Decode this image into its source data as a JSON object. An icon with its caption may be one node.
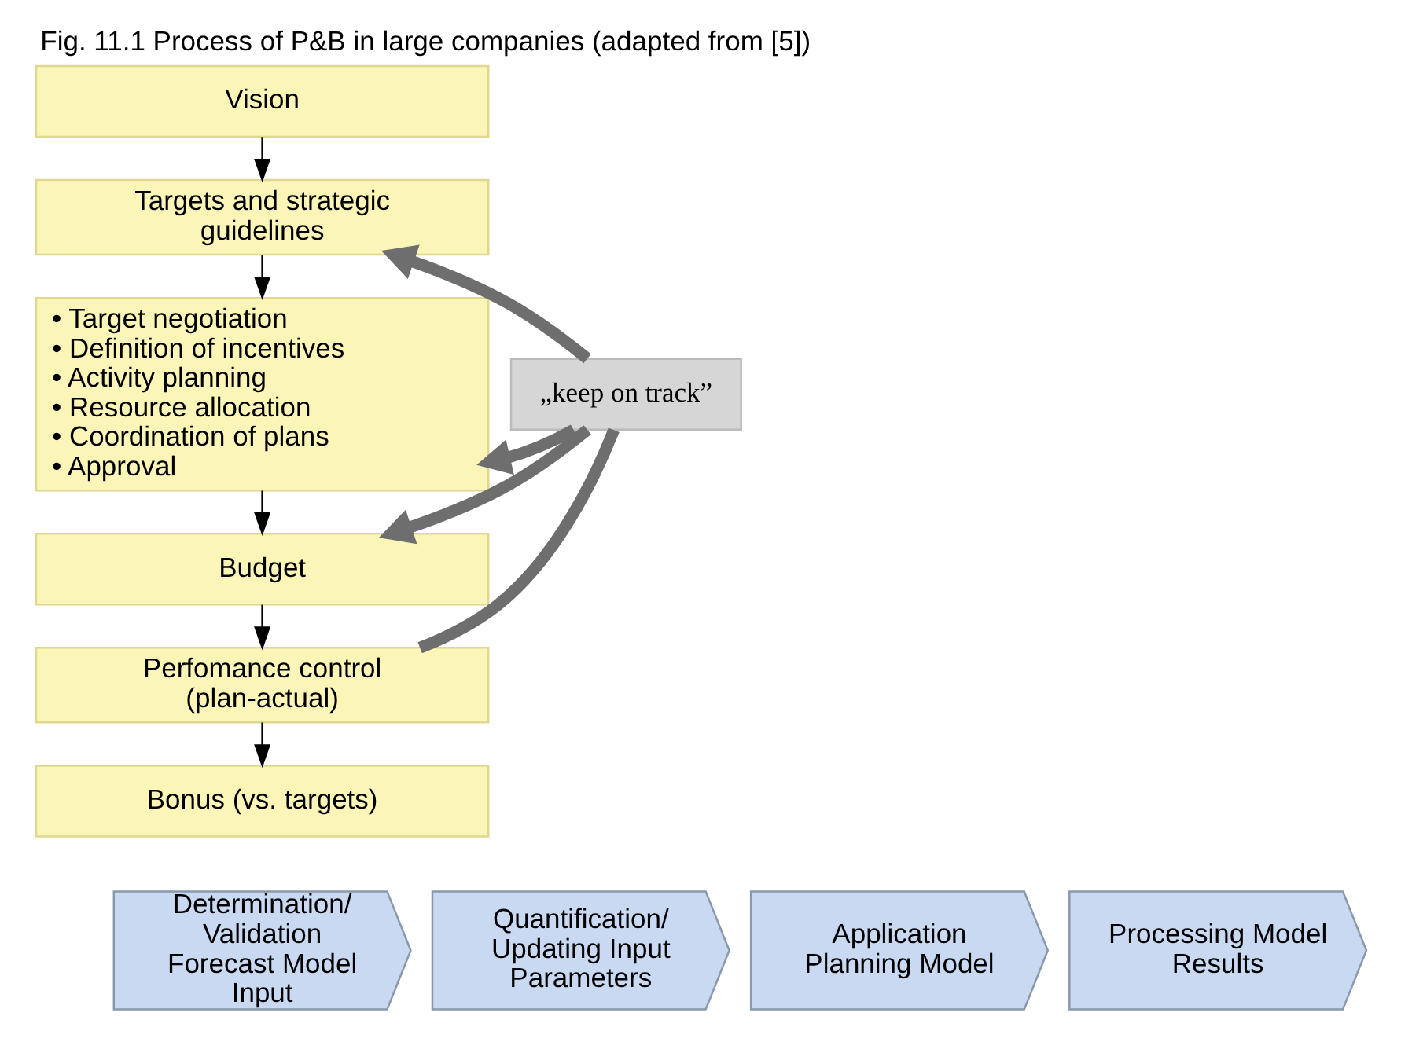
{
  "diagram": {
    "caption": "Fig. 11.1 Process of P&B in large companies (adapted from [5])",
    "nodes": [
      {
        "text": [
          "Vision"
        ]
      },
      {
        "text": [
          "Targets and strategic guidelines"
        ]
      },
      {
        "text": [
          "• Target negotiation",
          "• Definition of incentives",
          "• Activity planning",
          "• Resource allocation",
          "• Coordination of plans",
          "• Approval"
        ]
      },
      {
        "text": [
          "Budget"
        ]
      },
      {
        "text": [
          "Perfomance control (plan-actual)"
        ]
      },
      {
        "text": [
          "Bonus (vs. targets)"
        ]
      },
      {
        "text": [
          "„keep on track”"
        ]
      },
      {
        "text": [
          "Determination/ Validation Forecast Model Input"
        ]
      },
      {
        "text": [
          "Quantification/ Updating Input Parameters"
        ]
      },
      {
        "text": [
          "Application Planning Model"
        ]
      },
      {
        "text": [
          "Processing Model Results"
        ]
      }
    ],
    "edges": [
      {
        "from": 0,
        "to": 1,
        "arrow": "to"
      },
      {
        "from": 1,
        "to": 2,
        "arrow": "to"
      },
      {
        "from": 2,
        "to": 3,
        "arrow": "to"
      },
      {
        "from": 3,
        "to": 4,
        "arrow": "to"
      },
      {
        "from": 4,
        "to": 5,
        "arrow": "to"
      },
      {
        "from": 4,
        "to": 6,
        "arrow": "none",
        "style": "thick",
        "color": "#6e6e6e"
      },
      {
        "from": 6,
        "to": 1,
        "arrow": "to",
        "style": "thick",
        "color": "#6e6e6e"
      },
      {
        "from": 6,
        "to": 2,
        "arrow": "to",
        "style": "thick",
        "color": "#6e6e6e"
      },
      {
        "from": 6,
        "to": 3,
        "arrow": "to",
        "style": "thick",
        "color": "#6e6e6e"
      }
    ]
  }
}
